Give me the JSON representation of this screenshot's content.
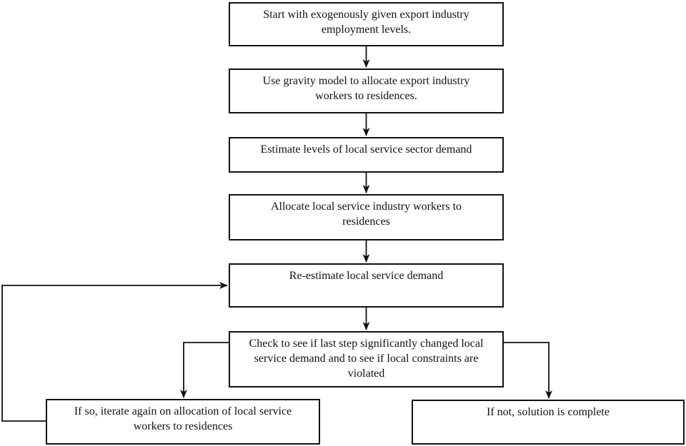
{
  "diagram": {
    "type": "flowchart",
    "colors": {
      "background": "#ffffff",
      "line": "#111111",
      "box_fill": "#ffffff",
      "text": "#111111"
    },
    "nodes": {
      "start": {
        "label": "Start with exogenously given export industry employment levels."
      },
      "gravity": {
        "label": "Use gravity model to allocate export industry workers to residences."
      },
      "estimate": {
        "label": "Estimate levels of local service sector demand"
      },
      "allocate": {
        "label": "Allocate local service industry workers to residences"
      },
      "reestimate": {
        "label": "Re-estimate local service demand"
      },
      "check": {
        "label": "Check to see if last step significantly changed local service demand and to see if local constraints are violated"
      },
      "iterate": {
        "label": "If so, iterate again on allocation of local service workers to residences"
      },
      "complete": {
        "label": "If not, solution is complete"
      }
    },
    "edges": [
      {
        "from": "start",
        "to": "gravity"
      },
      {
        "from": "gravity",
        "to": "estimate"
      },
      {
        "from": "estimate",
        "to": "allocate"
      },
      {
        "from": "allocate",
        "to": "reestimate"
      },
      {
        "from": "reestimate",
        "to": "check"
      },
      {
        "from": "check",
        "to": "iterate",
        "condition": "if so"
      },
      {
        "from": "check",
        "to": "complete",
        "condition": "if not"
      },
      {
        "from": "iterate",
        "to": "reestimate",
        "condition": "loop back"
      }
    ]
  }
}
